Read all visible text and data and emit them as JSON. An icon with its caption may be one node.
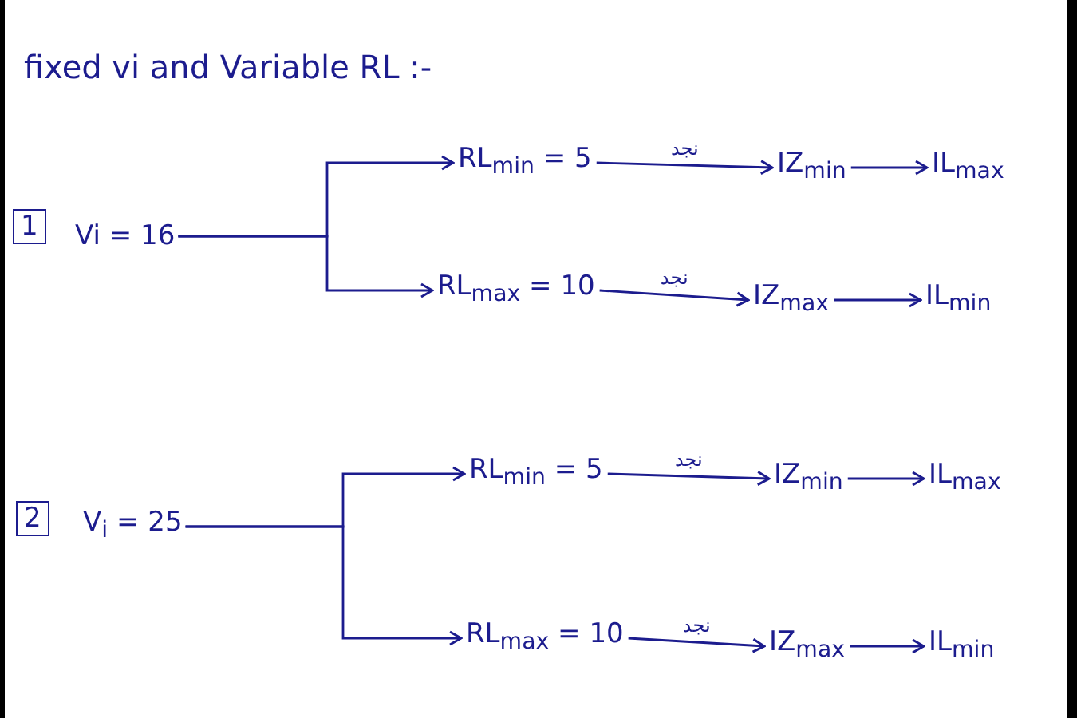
{
  "diagram": {
    "title": "fixed vi and Variable RL :-",
    "nodes": [
      {
        "text": [
          "1"
        ]
      },
      {
        "text": [
          "Vi = 16"
        ]
      },
      {
        "text": [
          "RL$_{min}$ = 5"
        ]
      },
      {
        "text": [
          "IZ$_{min}$"
        ]
      },
      {
        "text": [
          "IL$_{max}$"
        ]
      },
      {
        "text": [
          "RL$_{max}$ = 10"
        ]
      },
      {
        "text": [
          "IZ$_{max}$"
        ]
      },
      {
        "text": [
          "IL$_{min}$"
        ]
      },
      {
        "text": [
          "2"
        ]
      },
      {
        "text": [
          "V$_{i}$ = 25"
        ]
      },
      {
        "text": [
          "RL$_{min}$ = 5"
        ]
      },
      {
        "text": [
          "IZ$_{min}$"
        ]
      },
      {
        "text": [
          "IL$_{max}$"
        ]
      },
      {
        "text": [
          "RL$_{max}$ = 10"
        ]
      },
      {
        "text": [
          "IZ$_{max}$"
        ]
      },
      {
        "text": [
          "IL$_{min}$"
        ]
      }
    ],
    "edges": [
      {
        "from": 1,
        "to": 2,
        "arrow": "to"
      },
      {
        "from": 1,
        "to": 5,
        "arrow": "to"
      },
      {
        "from": 2,
        "to": 3,
        "arrow": "to",
        "label": "نجد"
      },
      {
        "from": 3,
        "to": 4,
        "arrow": "to"
      },
      {
        "from": 5,
        "to": 6,
        "arrow": "to",
        "label": "نجد"
      },
      {
        "from": 6,
        "to": 7,
        "arrow": "to"
      },
      {
        "from": 9,
        "to": 10,
        "arrow": "to"
      },
      {
        "from": 9,
        "to": 13,
        "arrow": "to"
      },
      {
        "from": 10,
        "to": 11,
        "arrow": "to",
        "label": "نجد"
      },
      {
        "from": 11,
        "to": 12,
        "arrow": "to"
      },
      {
        "from": 13,
        "to": 14,
        "arrow": "to",
        "label": "نجد"
      },
      {
        "from": 14,
        "to": 15,
        "arrow": "to"
      }
    ]
  }
}
